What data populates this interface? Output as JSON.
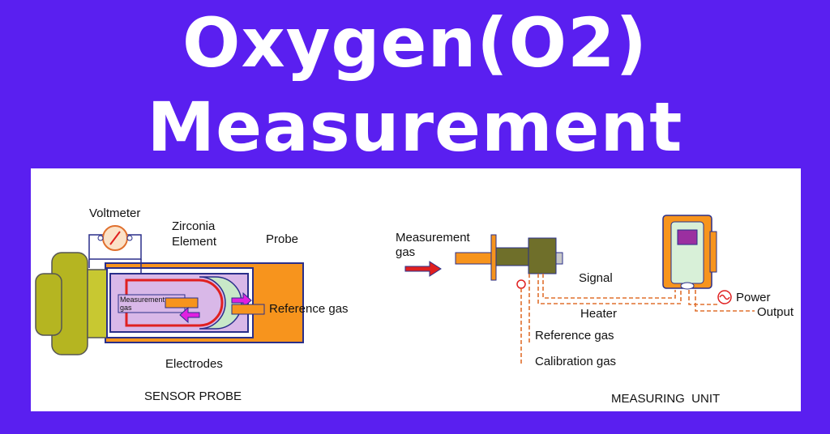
{
  "title": {
    "line1": "Oxygen(O2)",
    "line2": "Measurement"
  },
  "colors": {
    "background": "#5a1ff0",
    "probe_orange": "#f7941d",
    "probe_olive": "#b5b521",
    "dashed_line": "#e0702e",
    "arrow_magenta": "#e020e0"
  },
  "sensor": {
    "voltmeter": "Voltmeter",
    "zirconia_line1": "Zirconia",
    "zirconia_line2": "Element",
    "probe": "Probe",
    "measurement_line1": "Measurement",
    "measurement_line2": "gas",
    "reference_gas": "Reference gas",
    "electrodes": "Electrodes",
    "caption": "SENSOR PROBE"
  },
  "unit": {
    "measurement_line1": "Measurement",
    "measurement_line2": "gas",
    "signal": "Signal",
    "heater": "Heater",
    "reference_gas": "Reference gas",
    "calibration_gas": "Calibration gas",
    "power": "Power",
    "output": "Output",
    "caption": "MEASURING  UNIT"
  }
}
